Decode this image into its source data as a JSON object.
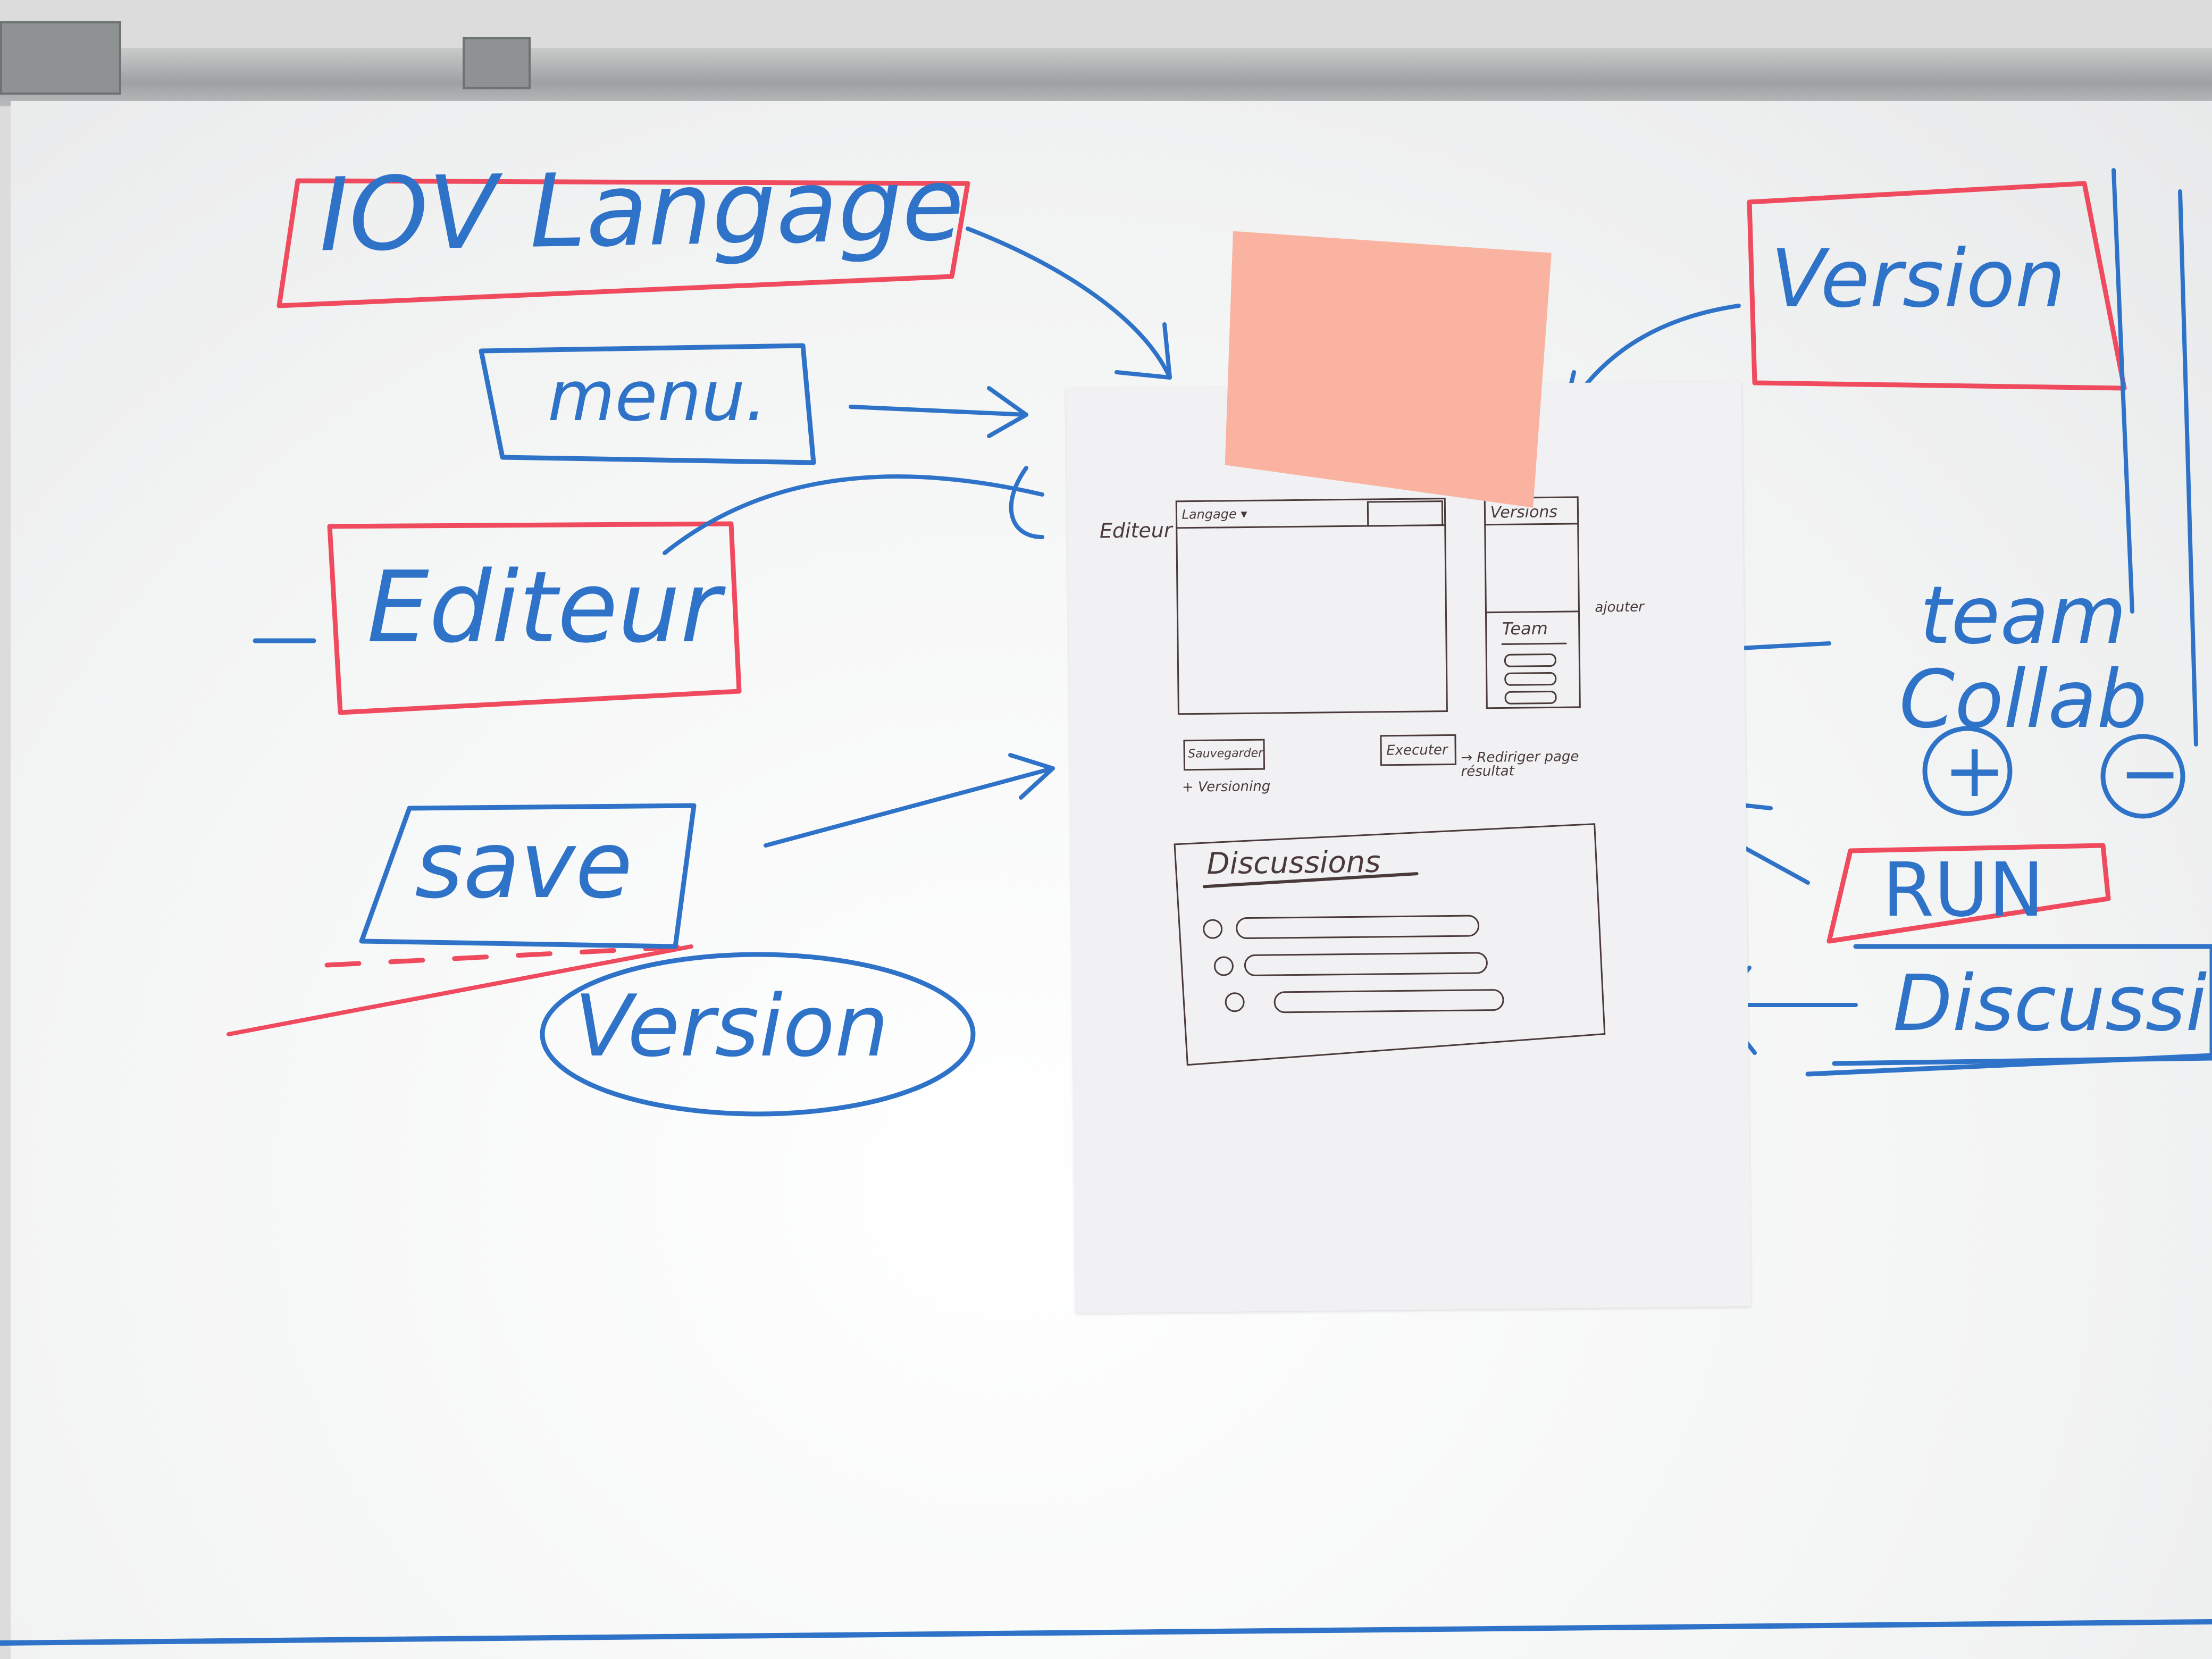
{
  "whiteboard": {
    "title_box": "IOV Langage",
    "menu": "menu.",
    "editor": "Editeur",
    "save": "save",
    "version_bubble": "Version",
    "version_box": "Version",
    "team_collab": "team Collab",
    "team_add_symbol": "+",
    "team_remove_symbol": "−",
    "run": "RUN",
    "discussion": "Discussion"
  },
  "paper_sketch": {
    "editor_label": "Editeur",
    "lang_tab": "Langage ▾",
    "versions_panel": "Versions",
    "team_panel": "Team",
    "team_add_note": "ajouter",
    "save_button": "Sauvegarder",
    "versioning_note": "+ Versioning",
    "run_button": "Executer",
    "run_note": "→ Rediriger page résultat",
    "discussions_heading": "Discussions"
  },
  "colors": {
    "blue_marker": "#2f73c9",
    "red_marker": "#ef4a5e",
    "sticky_note": "#f9b3a0",
    "pen_ink": "#4a3a3a"
  }
}
